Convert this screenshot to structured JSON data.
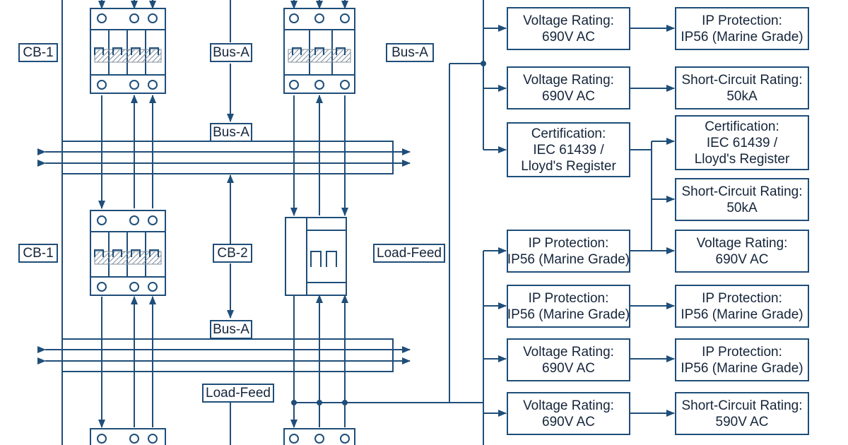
{
  "colors": {
    "line": "#1f4e79",
    "text": "#15253a",
    "background": "#ffffff"
  },
  "labels": {
    "cb1_top": "CB-1",
    "bus_a_top": "Bus-A",
    "bus_a_top_right": "Bus-A",
    "bus_a_upper": "Bus-A",
    "cb1_mid": "CB-1",
    "cb2": "CB-2",
    "load_feed_mid": "Load-Feed",
    "bus_a_lower": "Bus-A",
    "load_feed_bottom": "Load-Feed"
  },
  "specs": {
    "left": [
      {
        "title": "Voltage Rating:",
        "lines": [
          "690V AC"
        ]
      },
      {
        "title": "Voltage Rating:",
        "lines": [
          "690V AC"
        ]
      },
      {
        "title": "Certification:",
        "lines": [
          "IEC 61439 /",
          "Lloyd's Register"
        ]
      },
      {
        "title": "IP Protection:",
        "lines": [
          "IP56 (Marine Grade)"
        ]
      },
      {
        "title": "IP Protection:",
        "lines": [
          "IP56 (Marine Grade)"
        ]
      },
      {
        "title": "Voltage Rating:",
        "lines": [
          "690V AC"
        ]
      },
      {
        "title": "Voltage Rating:",
        "lines": [
          "690V AC"
        ]
      }
    ],
    "right": [
      {
        "title": "IP Protection:",
        "lines": [
          "IP56 (Marine Grade)"
        ]
      },
      {
        "title": "Short-Circuit Rating:",
        "lines": [
          "50kA"
        ]
      },
      {
        "title": "Certification:",
        "lines": [
          "IEC 61439 /",
          "Lloyd's Register"
        ]
      },
      {
        "title": "Short-Circuit Rating:",
        "lines": [
          "50kA"
        ]
      },
      {
        "title": "Voltage Rating:",
        "lines": [
          "690V AC"
        ]
      },
      {
        "title": "IP Protection:",
        "lines": [
          "IP56 (Marine Grade)"
        ]
      },
      {
        "title": "IP Protection:",
        "lines": [
          "IP56 (Marine Grade)"
        ]
      },
      {
        "title": "Short-Circuit Rating:",
        "lines": [
          "590V AC"
        ]
      }
    ]
  }
}
